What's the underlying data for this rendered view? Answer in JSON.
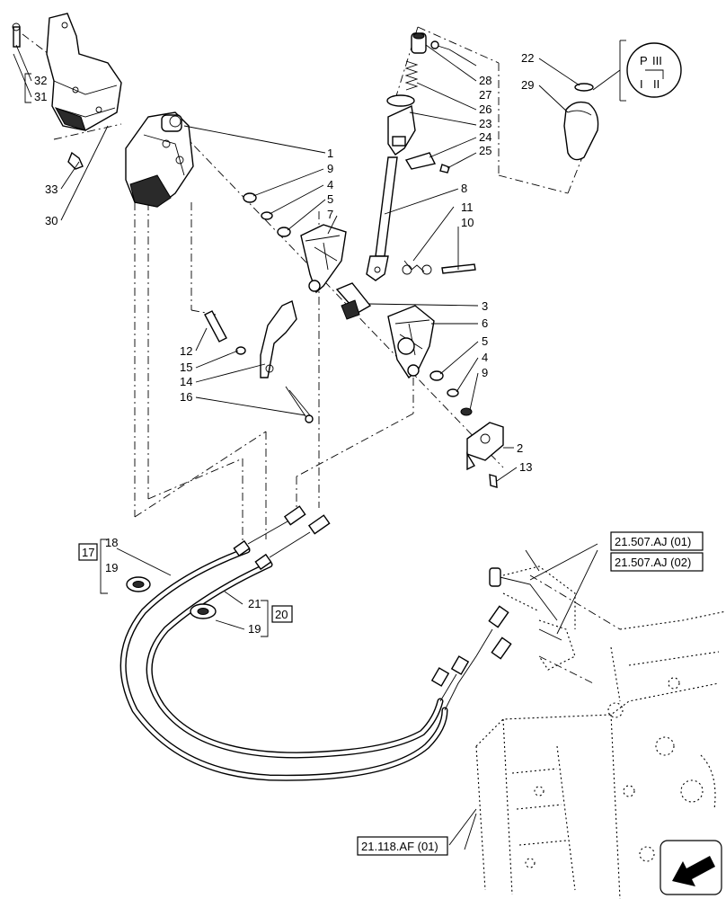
{
  "callouts": [
    "1",
    "2",
    "3",
    "4",
    "5",
    "6",
    "7",
    "8",
    "9",
    "10",
    "11",
    "12",
    "13",
    "14",
    "15",
    "16",
    "17",
    "18",
    "19",
    "20",
    "21",
    "22",
    "23",
    "24",
    "25",
    "26",
    "27",
    "28",
    "29",
    "30",
    "31",
    "32",
    "33"
  ],
  "references": {
    "ref_21_507_aj_01": "21.507.AJ (01)",
    "ref_21_507_aj_02": "21.507.AJ (02)",
    "ref_21_118_af_01": "21.118.AF (01)"
  },
  "shift_pattern_icon": "gear-shift-pattern-icon",
  "nav_icon": "next-page-arrow-icon"
}
